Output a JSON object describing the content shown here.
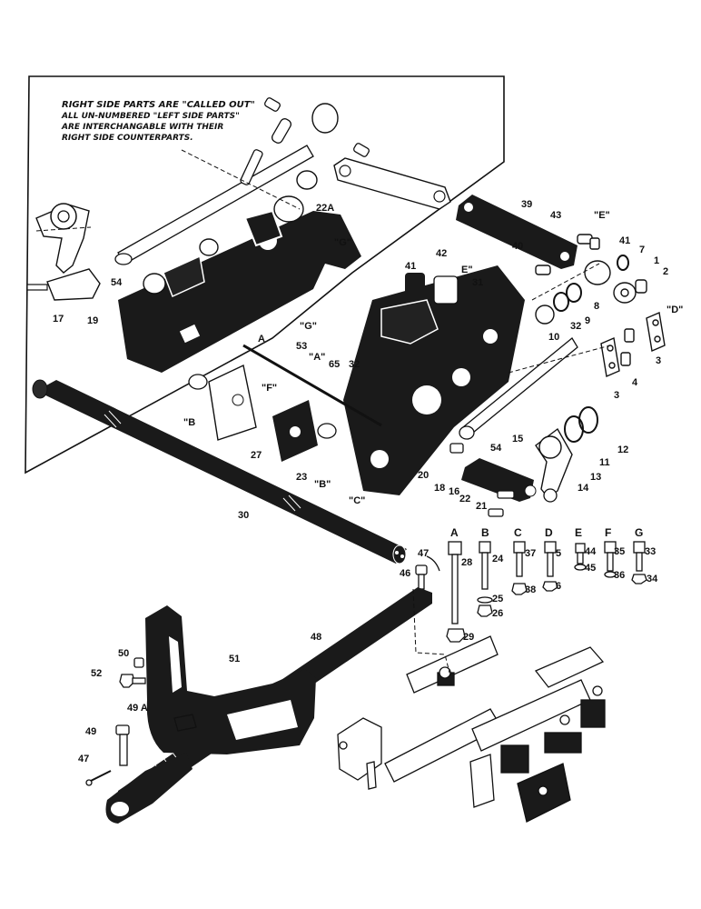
{
  "note": {
    "line1": "RIGHT SIDE PARTS ARE \"CALLED OUT\"",
    "line2": "ALL UN-NUMBERED \"LEFT SIDE PARTS\"",
    "line3": "ARE INTERCHANGABLE WITH THEIR",
    "line4": "RIGHT SIDE COUNTERPARTS."
  },
  "callouts": [
    {
      "id": "22A",
      "text": "22A"
    },
    {
      "id": "G1",
      "text": "\"G\""
    },
    {
      "id": "39",
      "text": "39"
    },
    {
      "id": "43",
      "text": "43"
    },
    {
      "id": "E1",
      "text": "\"E\""
    },
    {
      "id": "41a",
      "text": "41"
    },
    {
      "id": "40",
      "text": "40"
    },
    {
      "id": "7",
      "text": "7"
    },
    {
      "id": "1",
      "text": "1"
    },
    {
      "id": "2",
      "text": "2"
    },
    {
      "id": "42",
      "text": "42"
    },
    {
      "id": "E2",
      "text": "E\""
    },
    {
      "id": "41b",
      "text": "41"
    },
    {
      "id": "31",
      "text": "31"
    },
    {
      "id": "D",
      "text": "\"D\""
    },
    {
      "id": "9",
      "text": "9"
    },
    {
      "id": "8",
      "text": "8"
    },
    {
      "id": "32a",
      "text": "32"
    },
    {
      "id": "54a",
      "text": "54"
    },
    {
      "id": "17",
      "text": "17"
    },
    {
      "id": "19",
      "text": "19"
    },
    {
      "id": "G2",
      "text": "\"G\""
    },
    {
      "id": "A1",
      "text": "A"
    },
    {
      "id": "53",
      "text": "53"
    },
    {
      "id": "A2",
      "text": "\"A\""
    },
    {
      "id": "65",
      "text": "65"
    },
    {
      "id": "32b",
      "text": "32"
    },
    {
      "id": "10",
      "text": "10"
    },
    {
      "id": "3a",
      "text": "3"
    },
    {
      "id": "3b",
      "text": "3"
    },
    {
      "id": "4",
      "text": "4"
    },
    {
      "id": "F",
      "text": "\"F\""
    },
    {
      "id": "B1",
      "text": "\"B"
    },
    {
      "id": "12",
      "text": "12"
    },
    {
      "id": "15",
      "text": "15"
    },
    {
      "id": "11",
      "text": "11"
    },
    {
      "id": "27",
      "text": "27"
    },
    {
      "id": "54b",
      "text": "54"
    },
    {
      "id": "13",
      "text": "13"
    },
    {
      "id": "23",
      "text": "23"
    },
    {
      "id": "B2",
      "text": "\"B\""
    },
    {
      "id": "20",
      "text": "20"
    },
    {
      "id": "18",
      "text": "18"
    },
    {
      "id": "16",
      "text": "16"
    },
    {
      "id": "14",
      "text": "14"
    },
    {
      "id": "22",
      "text": "22"
    },
    {
      "id": "C1",
      "text": "\"C\""
    },
    {
      "id": "21",
      "text": "21"
    },
    {
      "id": "30",
      "text": "30"
    },
    {
      "id": "28",
      "text": "28"
    },
    {
      "id": "24",
      "text": "24"
    },
    {
      "id": "37",
      "text": "37"
    },
    {
      "id": "5",
      "text": "5"
    },
    {
      "id": "44",
      "text": "44"
    },
    {
      "id": "35",
      "text": "35"
    },
    {
      "id": "33",
      "text": "33"
    },
    {
      "id": "47a",
      "text": "47"
    },
    {
      "id": "46",
      "text": "46"
    },
    {
      "id": "45",
      "text": "45"
    },
    {
      "id": "25",
      "text": "25"
    },
    {
      "id": "38",
      "text": "38"
    },
    {
      "id": "6",
      "text": "6"
    },
    {
      "id": "36",
      "text": "36"
    },
    {
      "id": "34",
      "text": "34"
    },
    {
      "id": "26",
      "text": "26"
    },
    {
      "id": "29",
      "text": "29"
    },
    {
      "id": "48",
      "text": "48"
    },
    {
      "id": "50",
      "text": "50"
    },
    {
      "id": "51",
      "text": "51"
    },
    {
      "id": "52",
      "text": "52"
    },
    {
      "id": "49A",
      "text": "49 A"
    },
    {
      "id": "49",
      "text": "49"
    },
    {
      "id": "47b",
      "text": "47"
    }
  ],
  "hardware_columns": [
    "A",
    "B",
    "C",
    "D",
    "E",
    "F",
    "G"
  ]
}
